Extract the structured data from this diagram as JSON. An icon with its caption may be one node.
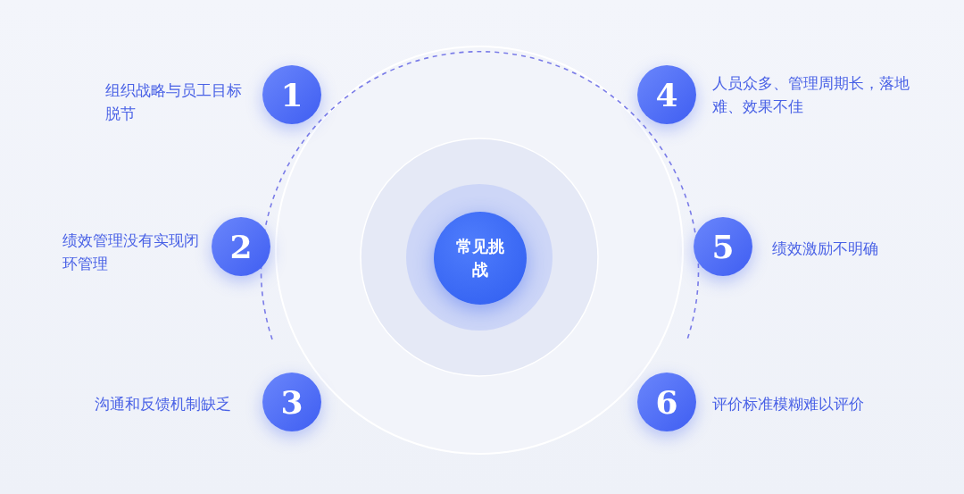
{
  "diagram": {
    "nodes": [
      {
        "text": [
          "常见挑战"
        ]
      },
      {
        "text": [
          "1"
        ],
        "beside": [
          "组织战略与员工目标脱节"
        ]
      },
      {
        "text": [
          "2"
        ],
        "beside": [
          "绩效管理没有实现闭环管理"
        ]
      },
      {
        "text": [
          "3"
        ],
        "beside": [
          "沟通和反馈机制缺乏"
        ]
      },
      {
        "text": [
          "4"
        ],
        "beside": [
          "人员众多、管理周期长，落地难、效果不佳"
        ]
      },
      {
        "text": [
          "5"
        ],
        "beside": [
          "绩效激励不明确"
        ]
      },
      {
        "text": [
          "6"
        ],
        "beside": [
          "评价标准模糊难以评价"
        ]
      }
    ],
    "edges": []
  }
}
